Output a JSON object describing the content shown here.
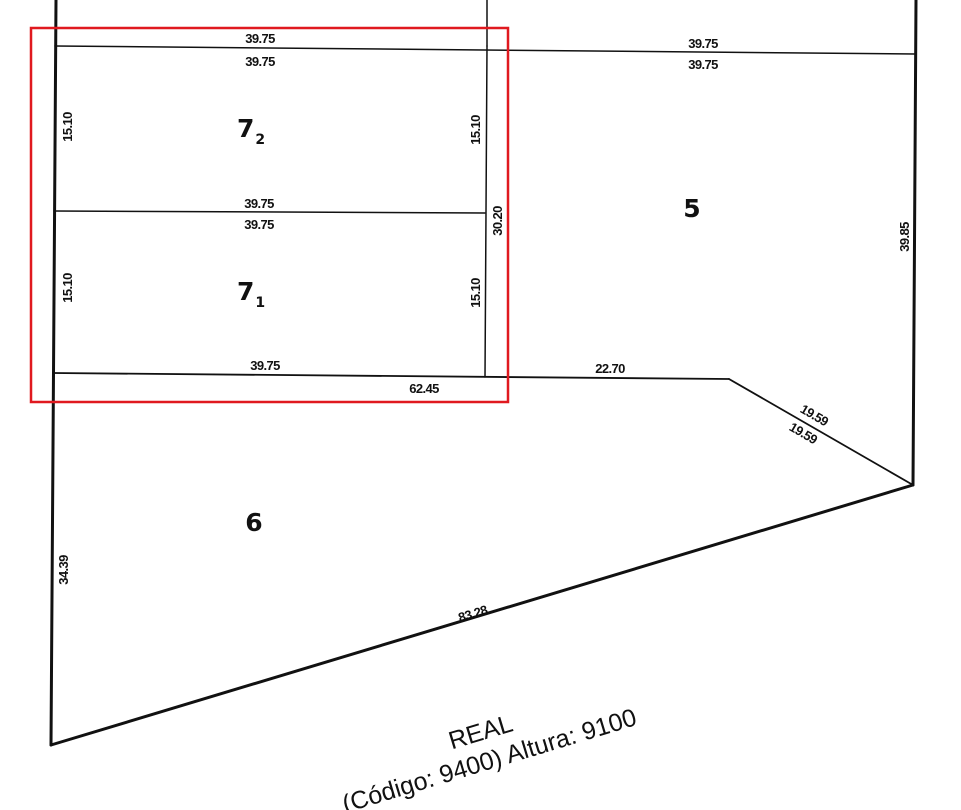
{
  "colors": {
    "line": "#111111",
    "highlight": "#e0191f",
    "background": "#ffffff"
  },
  "lots": {
    "lot_7_2": {
      "number": "7",
      "subscript": "2"
    },
    "lot_7_1": {
      "number": "7",
      "subscript": "1"
    },
    "lot_5": {
      "number": "5"
    },
    "lot_6": {
      "number": "6"
    }
  },
  "dimensions": {
    "top_left_upper": "39.75",
    "top_left_lower": "39.75",
    "top_right_upper": "39.75",
    "top_right_lower": "39.75",
    "lot72_left": "15.10",
    "lot72_right": "15.10",
    "middle_upper": "39.75",
    "middle_lower": "39.75",
    "lot71_left": "15.10",
    "lot71_right": "15.10",
    "combined_right": "30.20",
    "lot71_bottom": "39.75",
    "lot6_top": "62.45",
    "lot5_bottom": "22.70",
    "diagonal_upper": "19.59",
    "diagonal_lower": "19.59",
    "lot5_right": "39.85",
    "lot6_left": "34.39",
    "lot6_bottom": "83.28"
  },
  "street": {
    "name": "REAL",
    "details": "(Código: 9400) Altura: 9100"
  }
}
